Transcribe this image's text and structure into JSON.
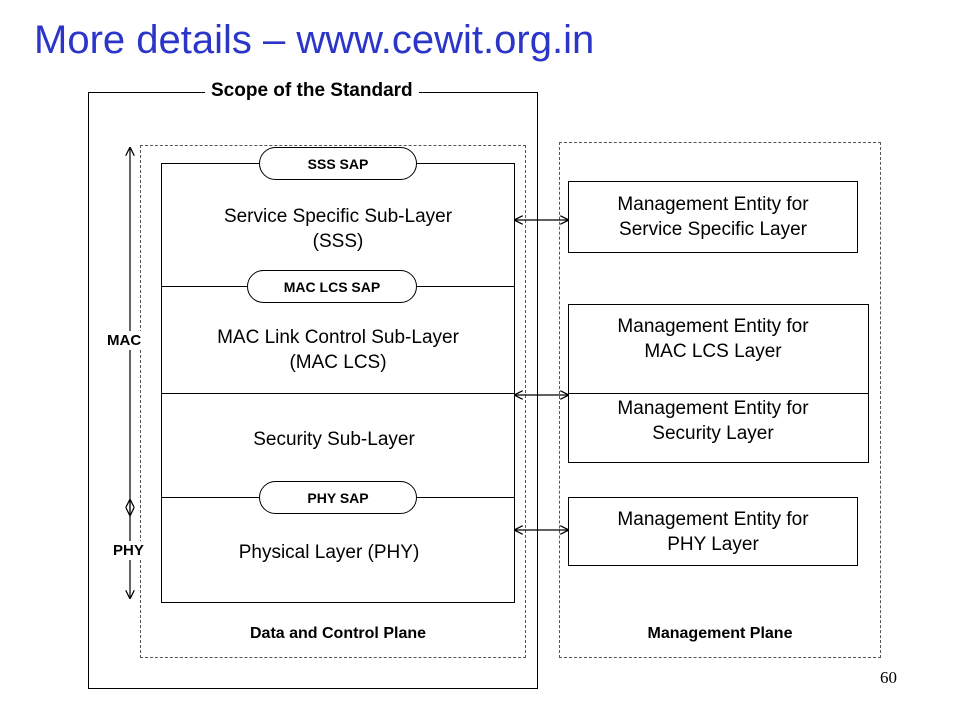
{
  "slide": {
    "title": "More details – www.cewit.org.in",
    "page_number": "60"
  },
  "diagram": {
    "scope_label": "Scope of the Standard",
    "data_plane_label": "Data and Control Plane",
    "management_plane_label": "Management Plane",
    "side_labels": {
      "mac": "MAC",
      "phy": "PHY"
    },
    "saps": {
      "sss": "SSS SAP",
      "mac_lcs": "MAC LCS SAP",
      "phy": "PHY SAP"
    },
    "layers": {
      "sss_line1": "Service Specific Sub-Layer",
      "sss_line2": "(SSS)",
      "mac_lcs_line1": "MAC Link Control Sub-Layer",
      "mac_lcs_line2": "(MAC LCS)",
      "security": "Security Sub-Layer",
      "phy": "Physical Layer (PHY)"
    },
    "management_entities": {
      "sss_line1": "Management Entity for",
      "sss_line2": "Service Specific Layer",
      "mac_lcs_line1": "Management Entity for",
      "mac_lcs_line2": "MAC LCS Layer",
      "security_line1": "Management Entity for",
      "security_line2": "Security Layer",
      "phy_line1": "Management Entity for",
      "phy_line2": "PHY Layer"
    }
  }
}
